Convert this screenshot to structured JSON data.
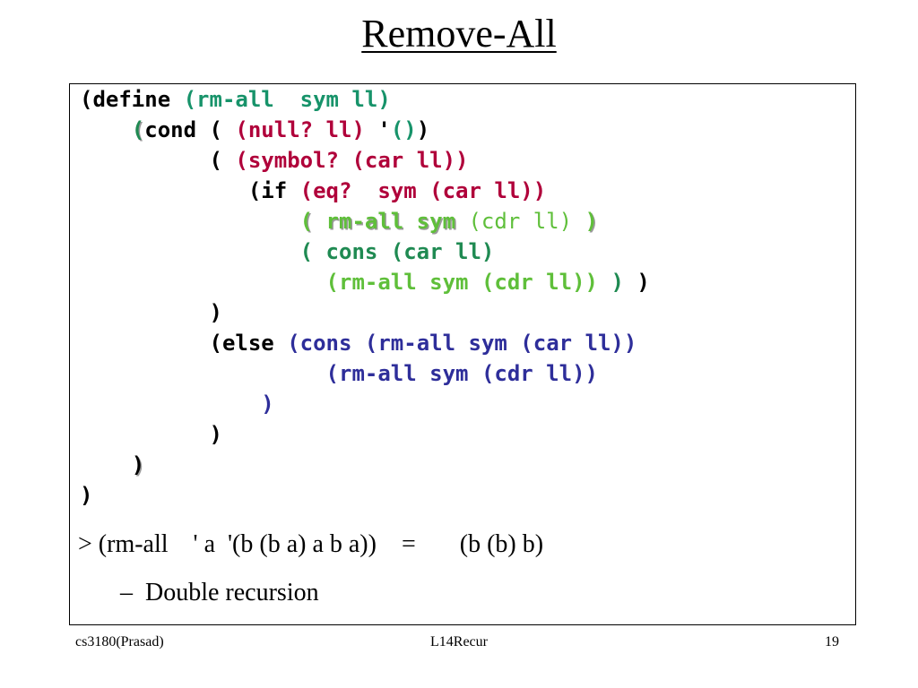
{
  "slide": {
    "title": "Remove-All"
  },
  "colors": {
    "black": "#000000",
    "teal": "#17936a",
    "red": "#b0003a",
    "blue": "#2e2e9a",
    "light_green": "#5fbf3a",
    "dark_green": "#1f8a52"
  },
  "code_lines": [
    {
      "indent": "",
      "tokens": [
        {
          "text": "(define ",
          "color": "#000000",
          "weight": "bold"
        },
        {
          "text": "(rm-all  sym ll)",
          "color": "#17936a",
          "weight": "bold"
        }
      ]
    },
    {
      "indent": "    ",
      "tokens": [
        {
          "text": "(",
          "color": "#1f8a52",
          "weight": "bold",
          "shadow": true
        },
        {
          "text": "cond ( ",
          "color": "#000000",
          "weight": "bold"
        },
        {
          "text": "(null? ll) ",
          "color": "#b0003a",
          "weight": "bold"
        },
        {
          "text": "'",
          "color": "#000000",
          "weight": "bold"
        },
        {
          "text": "()",
          "color": "#17936a",
          "weight": "bold"
        },
        {
          "text": ")",
          "color": "#000000",
          "weight": "bold"
        }
      ]
    },
    {
      "indent": "          ",
      "tokens": [
        {
          "text": "( ",
          "color": "#000000",
          "weight": "bold"
        },
        {
          "text": "(symbol? (car ll))",
          "color": "#b0003a",
          "weight": "bold"
        }
      ]
    },
    {
      "indent": "             ",
      "tokens": [
        {
          "text": "(if ",
          "color": "#000000",
          "weight": "bold"
        },
        {
          "text": "(eq?  sym (car ll))",
          "color": "#b0003a",
          "weight": "bold"
        }
      ]
    },
    {
      "indent": "                 ",
      "tokens": [
        {
          "text": "( rm-all sym",
          "color": "#5fbf3a",
          "weight": "bold",
          "shadow": true
        },
        {
          "text": " (cdr ll) ",
          "color": "#5fbf3a",
          "weight": "normal"
        },
        {
          "text": ")",
          "color": "#5fbf3a",
          "weight": "bold",
          "shadow": true
        }
      ]
    },
    {
      "indent": "                 ",
      "tokens": [
        {
          "text": "( cons (car ll)",
          "color": "#1f8a52",
          "weight": "bold"
        }
      ]
    },
    {
      "indent": "                   ",
      "tokens": [
        {
          "text": "(rm-all sym (cdr ll)) ",
          "color": "#5fbf3a",
          "weight": "bold"
        },
        {
          "text": ") ",
          "color": "#1f8a52",
          "weight": "bold"
        },
        {
          "text": ")",
          "color": "#000000",
          "weight": "bold"
        }
      ]
    },
    {
      "indent": "          ",
      "tokens": [
        {
          "text": ")",
          "color": "#000000",
          "weight": "bold"
        }
      ]
    },
    {
      "indent": "          ",
      "tokens": [
        {
          "text": "(else ",
          "color": "#000000",
          "weight": "bold"
        },
        {
          "text": "(cons (rm-all sym (car ll))",
          "color": "#2e2e9a",
          "weight": "bold"
        }
      ]
    },
    {
      "indent": "                   ",
      "tokens": [
        {
          "text": "(rm-all sym (cdr ll))",
          "color": "#2e2e9a",
          "weight": "bold"
        }
      ]
    },
    {
      "indent": "              ",
      "tokens": [
        {
          "text": ")",
          "color": "#2e2e9a",
          "weight": "bold"
        }
      ]
    },
    {
      "indent": "          ",
      "tokens": [
        {
          "text": ")",
          "color": "#000000",
          "weight": "bold"
        }
      ]
    },
    {
      "indent": "    ",
      "tokens": [
        {
          "text": ")",
          "color": "#000000",
          "weight": "bold",
          "shadow": true
        }
      ]
    },
    {
      "indent": "",
      "tokens": [
        {
          "text": ")",
          "color": "#000000",
          "weight": "bold"
        }
      ]
    }
  ],
  "console": {
    "text": "> (rm-all    ' a  '(b (b a) a b a))    =       (b (b) b)"
  },
  "bullet": {
    "dash": "–",
    "text": "Double recursion"
  },
  "footer": {
    "left": "cs3180(Prasad)",
    "center": "L14Recur",
    "right": "19"
  }
}
